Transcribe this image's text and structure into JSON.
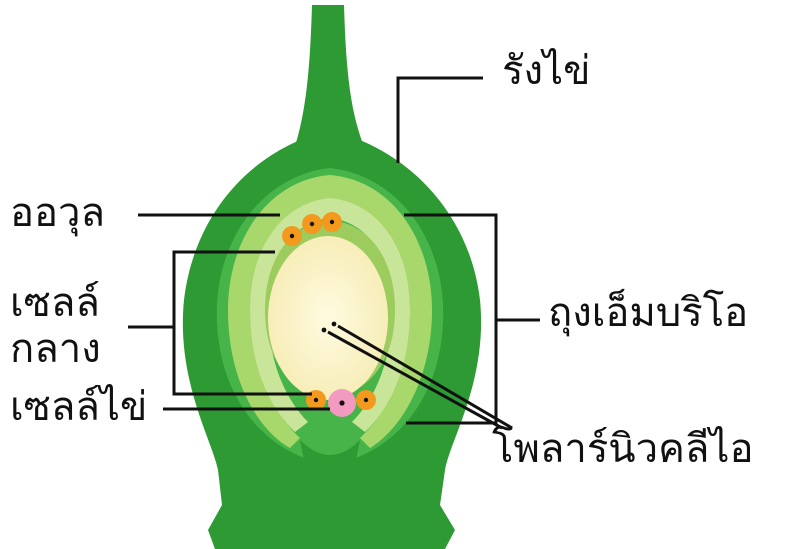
{
  "labels": {
    "ovary": "รังไข่",
    "ovule": "ออวุล",
    "central_cell": "เซลล์\nกลาง",
    "egg_cell": "เซลล์ไข่",
    "embryo_sac": "ถุงเอ็มบริโอ",
    "polar_nuclei": "โพลาร์นิวคลีไอ"
  },
  "colors": {
    "ovary_dark": "#2e9a33",
    "ovary_mid": "#46b449",
    "ovule_layer": "#a8d86b",
    "ovule_inner": "#c9e59a",
    "embryo_sac": "#fbf3c8",
    "egg_cell": "#f39ac0",
    "synergid_orange": "#f39a1e",
    "leader_line": "#111111"
  }
}
